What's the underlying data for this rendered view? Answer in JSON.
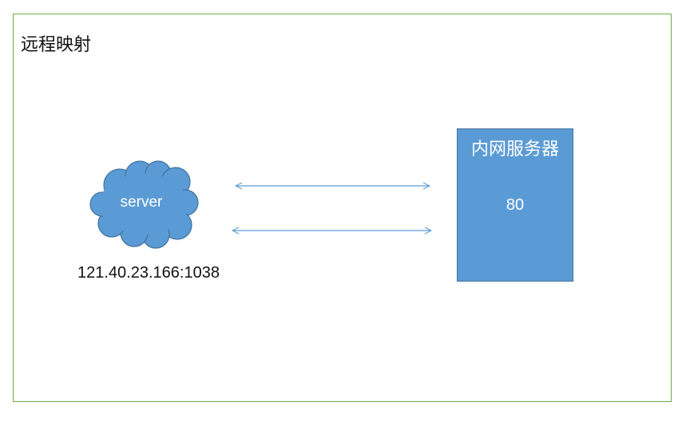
{
  "title": "远程映射",
  "cloud": {
    "label": "server",
    "icon": "cloud-icon"
  },
  "address": "121.40.23.166:1038",
  "internal_server": {
    "title": "内网服务器",
    "port": "80"
  },
  "colors": {
    "frame": "#70ad47",
    "shape_fill": "#5b9bd5",
    "shape_border": "#41719c",
    "arrow": "#5b9bd5"
  }
}
